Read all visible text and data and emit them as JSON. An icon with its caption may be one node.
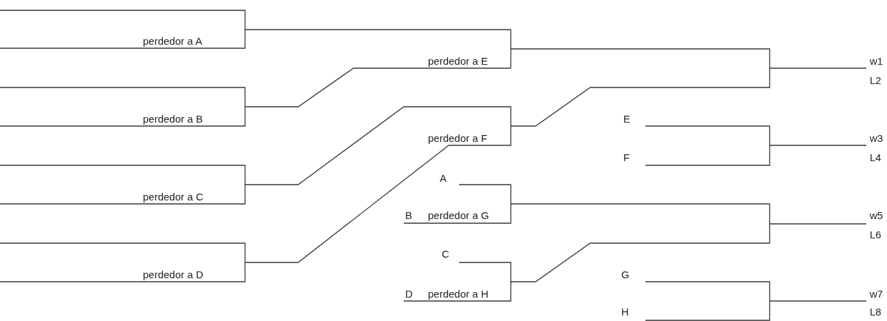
{
  "diagram": {
    "labels": [
      "perdedor a A",
      "perdedor a E",
      "w1",
      "L2",
      "perdedor a B",
      "E",
      "perdedor a F",
      "w3",
      "F",
      "L4",
      "A",
      "perdedor a C",
      "B",
      "perdedor a G",
      "w5",
      "L6",
      "C",
      "perdedor a D",
      "G",
      "D",
      "perdedor a H",
      "w7",
      "H",
      "L8"
    ]
  }
}
